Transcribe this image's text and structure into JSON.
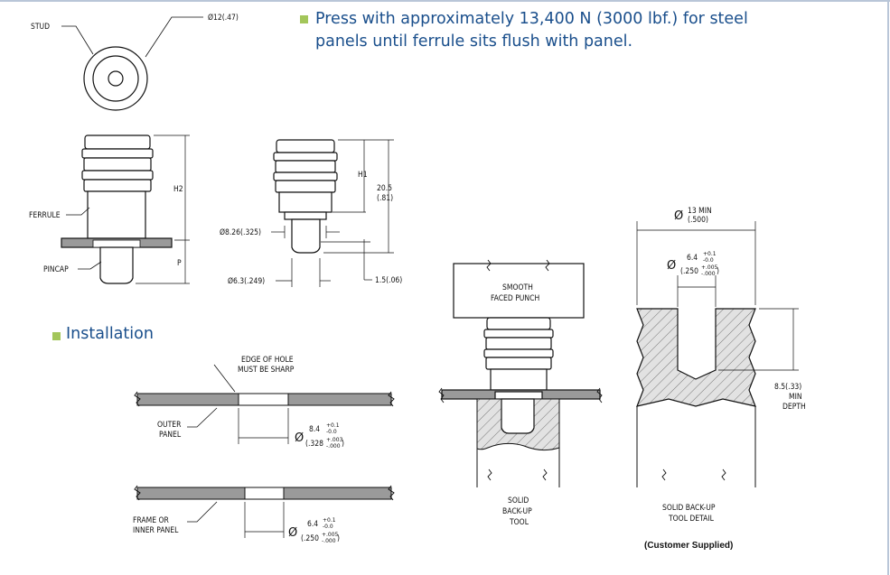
{
  "instructions": {
    "press_line1": "Press with approximately 13,400 N (3000 lbf.) for steel",
    "press_line2": "panels until ferrule sits flush with panel."
  },
  "section": {
    "installation": "Installation"
  },
  "labels": {
    "stud": "STUD",
    "dia_12": "Ø12(.47)",
    "ferrule": "FERRULE",
    "pincap": "PINCAP",
    "h2": "H2",
    "p": "P",
    "h1": "H1",
    "dim_20_5": "20.5",
    "dim_81": "(.81)",
    "dia_8_26": "Ø8.26(.325)",
    "dia_6_3": "Ø6.3(.249)",
    "dim_1_5": "1.5(.06)",
    "edge_of_hole_1": "EDGE OF HOLE",
    "edge_of_hole_2": "MUST BE SHARP",
    "outer_panel_1": "OUTER",
    "outer_panel_2": "PANEL",
    "frame_inner_1": "FRAME OR",
    "frame_inner_2": "INNER PANEL",
    "hole_8_4": "8.4",
    "hole_8_4_tol_up": "+0.1",
    "hole_8_4_tol_dn": "-0.0",
    "hole_328": "(.328",
    "hole_328_tol_up": "+.003",
    "hole_328_tol_dn": "-.000",
    "hole_6_4": "6.4",
    "hole_6_4_tol_up": "+0.1",
    "hole_6_4_tol_dn": "-0.0",
    "hole_250": "(.250",
    "hole_250_tol_up": "+.005",
    "hole_250_tol_dn": "-.000",
    "smooth_punch_1": "SMOOTH",
    "smooth_punch_2": "FACED PUNCH",
    "solid_backup_1": "SOLID",
    "solid_backup_2": "BACK-UP",
    "solid_backup_3": "TOOL",
    "dia_13_min": "13 MIN",
    "dia_500": "(.500)",
    "depth_1": "8.5(.33)",
    "depth_2": "MIN",
    "depth_3": "DEPTH",
    "tool_detail_1": "SOLID BACK-UP",
    "tool_detail_2": "TOOL DETAIL",
    "customer_supplied": "(Customer Supplied)",
    "dia_symbol": "Ø"
  },
  "colors": {
    "heading_text": "#1a4f8c",
    "bullet": "#a3c65a",
    "panel_fill": "#9a9a9a",
    "hatch_fill": "#d9d9d9",
    "line": "#111111"
  }
}
